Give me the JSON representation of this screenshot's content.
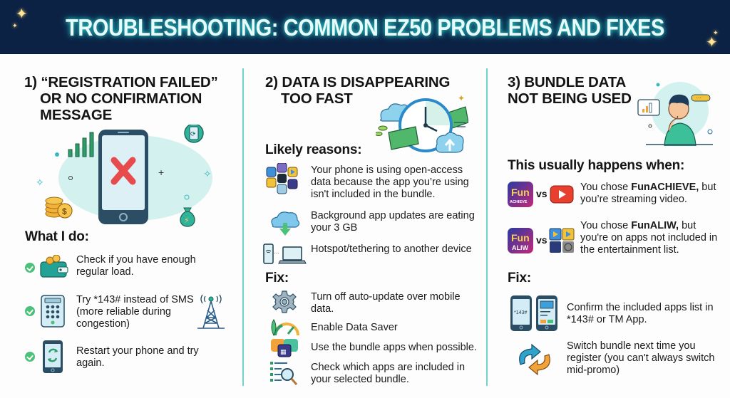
{
  "header": {
    "title": "TROUBLESHOOTING: COMMON EZ50 PROBLEMS AND FIXES",
    "background_color": "#0c2244",
    "glow_color": "#2fc6c6"
  },
  "sections": [
    {
      "number": "1)",
      "title_lines": [
        "“REGISTRATION FAILED”",
        "OR NO CONFIRMATION",
        "MESSAGE"
      ],
      "subheading": "What I do:",
      "items": [
        {
          "icon": "wallet-coins-icon",
          "text": "Check if you have enough regular load."
        },
        {
          "icon": "keypad-icon",
          "text": "Try *143# instead of SMS (more reliable during congestion)"
        },
        {
          "icon": "phone-restart-icon",
          "text": "Restart your phone and try again."
        }
      ]
    },
    {
      "number": "2)",
      "title_lines": [
        "DATA IS DISAPPEARING",
        "TOO FAST"
      ],
      "subheading_reasons": "Likely reasons:",
      "reasons": [
        {
          "icon": "app-grid-icon",
          "text": "Your phone is using open-access data because the app you’re using isn't included in the bundle."
        },
        {
          "icon": "cloud-download-icon",
          "text": "Background app updates are eating your 3 GB"
        },
        {
          "icon": "hotspot-laptop-icon",
          "text": "Hotspot/tethering to another device"
        }
      ],
      "subheading_fix": "Fix:",
      "fixes": [
        {
          "icon": "gear-icon",
          "text": "Turn off auto-update over mobile data."
        },
        {
          "icon": "data-saver-gauge-icon",
          "text": "Enable Data Saver"
        },
        {
          "icon": "bundle-apps-icon",
          "text": "Use the bundle apps when possible."
        },
        {
          "icon": "list-search-icon",
          "text": "Check which apps are included in your selected bundle."
        }
      ]
    },
    {
      "number": "3)",
      "title_lines": [
        "BUNDLE DATA",
        "NOT BEING USED"
      ],
      "subheading_when": "This usually happens when:",
      "cases": [
        {
          "badge_top": "Fun",
          "badge_bottom": "ACHIEVE",
          "vs": "vs",
          "versus_icon": "video-play-icon",
          "text_pre": "You chose ",
          "text_bold": "FunACHIEVE,",
          "text_post": " but you’re streaming video."
        },
        {
          "badge_top": "Fun",
          "badge_bottom": "ALIW",
          "vs": "vs",
          "versus_icon": "app-cluster-icon",
          "text_pre": "You chose ",
          "text_bold": "FunALIW,",
          "text_post": " but you're on apps not included in the entertainment list."
        }
      ],
      "subheading_fix": "Fix:",
      "fixes": [
        {
          "icon": "two-phones-icon",
          "phone_label": "*143#",
          "text": "Confirm the included apps list in *143# or TM App."
        },
        {
          "icon": "swap-arrows-icon",
          "text": "Switch bundle next time you register (you can't always switch mid-promo)"
        }
      ]
    }
  ],
  "colors": {
    "divider": "#6fd3d0",
    "check": "#4cc17a",
    "teal": "#22a89a",
    "phone_frame": "#2b4e64",
    "red_x": "#e74b4b"
  }
}
